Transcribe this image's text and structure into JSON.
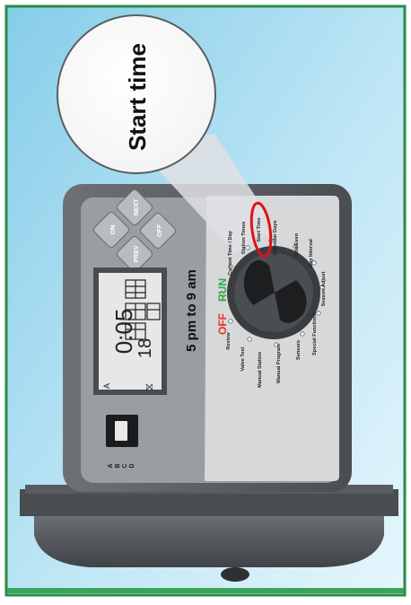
{
  "callout": {
    "title": "Start time"
  },
  "time_range": "5 pm to 9 am",
  "lcd": {
    "time": "0:05",
    "program_letter": "A",
    "day_digits": "18"
  },
  "buttons": {
    "on": "ON",
    "next": "NEXT",
    "prev": "PREV",
    "off": "OFF"
  },
  "dial": {
    "off_label": "OFF",
    "run_label": "RUN",
    "labels": {
      "current_time": "Current Time / Day",
      "station_times": "Station Times",
      "start_time": "Start Time",
      "calendar_days": "Calendar Days",
      "odd_even": "Odd/Even",
      "day_interval": "Day Interval",
      "season_adjust": "Season Adjust",
      "special_functions": "Special Functions",
      "sensors": "Sensors",
      "manual_program": "Manual Program",
      "manual_station": "Manual Station",
      "valve_test": "Valve Test",
      "review": "Review"
    }
  },
  "program_selector": {
    "letters": [
      "A",
      "B",
      "C",
      "D"
    ]
  },
  "colors": {
    "frame_border": "#2a8a4a",
    "background_blue": "#9fd7ee",
    "off_red": "#e8301c",
    "run_green": "#2fa84a",
    "highlight_red": "#e0101a"
  }
}
